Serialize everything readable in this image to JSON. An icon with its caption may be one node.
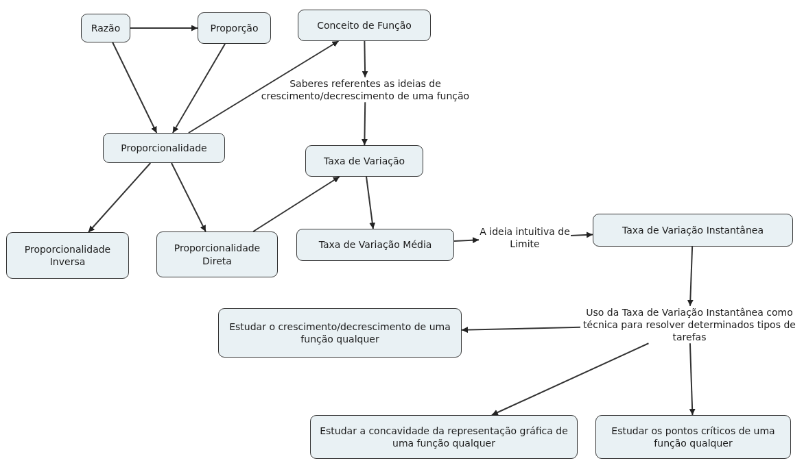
{
  "diagram": {
    "nodes": [
      {
        "text": [
          "Razão"
        ]
      },
      {
        "text": [
          "Proporção"
        ]
      },
      {
        "text": [
          "Conceito de Função"
        ]
      },
      {
        "text": [
          "Saberes referentes as ideias de crescimento/decrescimento de uma função"
        ]
      },
      {
        "text": [
          "Proporcionalidade"
        ]
      },
      {
        "text": [
          "Taxa de Variação"
        ]
      },
      {
        "text": [
          "Proporcionalidade Inversa"
        ]
      },
      {
        "text": [
          "Proporcionalidade Direta"
        ]
      },
      {
        "text": [
          "Taxa de Variação Média"
        ]
      },
      {
        "text": [
          "A ideia intuitiva de Limite"
        ]
      },
      {
        "text": [
          "Taxa de Variação Instantânea"
        ]
      },
      {
        "text": [
          "Uso da Taxa de Variação Instantânea como técnica para resolver determinados tipos de tarefas"
        ]
      },
      {
        "text": [
          "Estudar o crescimento/decrescimento de uma função qualquer"
        ]
      },
      {
        "text": [
          "Estudar a concavidade da representação gráfica de uma função qualquer"
        ]
      },
      {
        "text": [
          "Estudar os pontos críticos de uma função qualquer"
        ]
      }
    ],
    "edges": [
      {
        "from": 0,
        "to": 1,
        "arrow": "to"
      },
      {
        "from": 0,
        "to": 4,
        "arrow": "to"
      },
      {
        "from": 1,
        "to": 4,
        "arrow": "to"
      },
      {
        "from": 4,
        "to": 2,
        "arrow": "to"
      },
      {
        "from": 2,
        "to": 3,
        "arrow": "to"
      },
      {
        "from": 3,
        "to": 5,
        "arrow": "to"
      },
      {
        "from": 4,
        "to": 6,
        "arrow": "to"
      },
      {
        "from": 4,
        "to": 7,
        "arrow": "to"
      },
      {
        "from": 7,
        "to": 5,
        "arrow": "to"
      },
      {
        "from": 5,
        "to": 8,
        "arrow": "to"
      },
      {
        "from": 8,
        "to": 9,
        "arrow": "to"
      },
      {
        "from": 9,
        "to": 10,
        "arrow": "to"
      },
      {
        "from": 10,
        "to": 11,
        "arrow": "to"
      },
      {
        "from": 11,
        "to": 12,
        "arrow": "to"
      },
      {
        "from": 11,
        "to": 13,
        "arrow": "to"
      },
      {
        "from": 11,
        "to": 14,
        "arrow": "to"
      }
    ]
  }
}
